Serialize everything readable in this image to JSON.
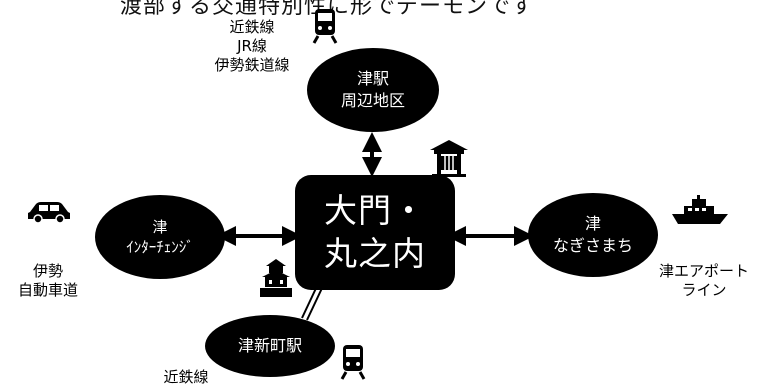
{
  "top_partial_text": "渡部する交通特別性に形でデーモンです",
  "center": {
    "line1": "大門・",
    "line2": "丸之内"
  },
  "nodes": {
    "north": {
      "line1": "津駅",
      "line2": "周辺地区"
    },
    "west": {
      "line1": "津",
      "line2": "ｲﾝﾀｰﾁｪﾝｼﾞ"
    },
    "east": {
      "line1": "津",
      "line2": "なぎさまち"
    },
    "south": {
      "line1": "津新町駅"
    }
  },
  "labels": {
    "north_lines": [
      "近鉄線",
      "JR線",
      "伊勢鉄道線"
    ],
    "west": [
      "伊勢",
      "自動車道"
    ],
    "east": [
      "津エアポート",
      "ライン"
    ],
    "south": "近鉄線"
  },
  "colors": {
    "node_fill": "#000000",
    "node_text": "#ffffff",
    "arrow": "#000000"
  }
}
